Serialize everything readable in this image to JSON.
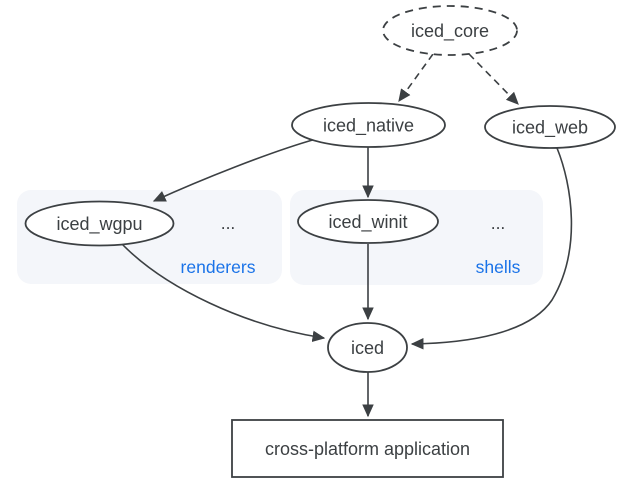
{
  "diagram": {
    "background_color": "#ffffff",
    "colors": {
      "background": "#ffffff",
      "stroke": "#3c4043",
      "text": "#3c4043",
      "group_label": "#1a73e8",
      "group_bg": "#f4f6fa"
    },
    "nodes": {
      "iced_core": {
        "label": "iced_core",
        "shape": "ellipse",
        "border": "dashed"
      },
      "iced_native": {
        "label": "iced_native",
        "shape": "ellipse",
        "border": "solid"
      },
      "iced_web": {
        "label": "iced_web",
        "shape": "ellipse",
        "border": "solid"
      },
      "iced_wgpu": {
        "label": "iced_wgpu",
        "shape": "ellipse",
        "border": "solid"
      },
      "iced_winit": {
        "label": "iced_winit",
        "shape": "ellipse",
        "border": "solid"
      },
      "iced": {
        "label": "iced",
        "shape": "ellipse",
        "border": "solid"
      },
      "application": {
        "label": "cross-platform application",
        "shape": "rectangle",
        "border": "solid"
      }
    },
    "groups": {
      "renderers": {
        "label": "renderers",
        "more_indicator": "...",
        "members": [
          "iced_wgpu"
        ]
      },
      "shells": {
        "label": "shells",
        "more_indicator": "...",
        "members": [
          "iced_winit"
        ]
      }
    },
    "edges": [
      {
        "from": "iced_core",
        "to": "iced_native",
        "style": "dashed"
      },
      {
        "from": "iced_core",
        "to": "iced_web",
        "style": "dashed"
      },
      {
        "from": "iced_native",
        "to": "iced_wgpu",
        "style": "solid"
      },
      {
        "from": "iced_native",
        "to": "iced_winit",
        "style": "solid"
      },
      {
        "from": "iced_wgpu",
        "to": "iced",
        "style": "solid"
      },
      {
        "from": "iced_winit",
        "to": "iced",
        "style": "solid"
      },
      {
        "from": "iced_web",
        "to": "iced",
        "style": "solid"
      },
      {
        "from": "iced",
        "to": "application",
        "style": "solid"
      }
    ]
  }
}
